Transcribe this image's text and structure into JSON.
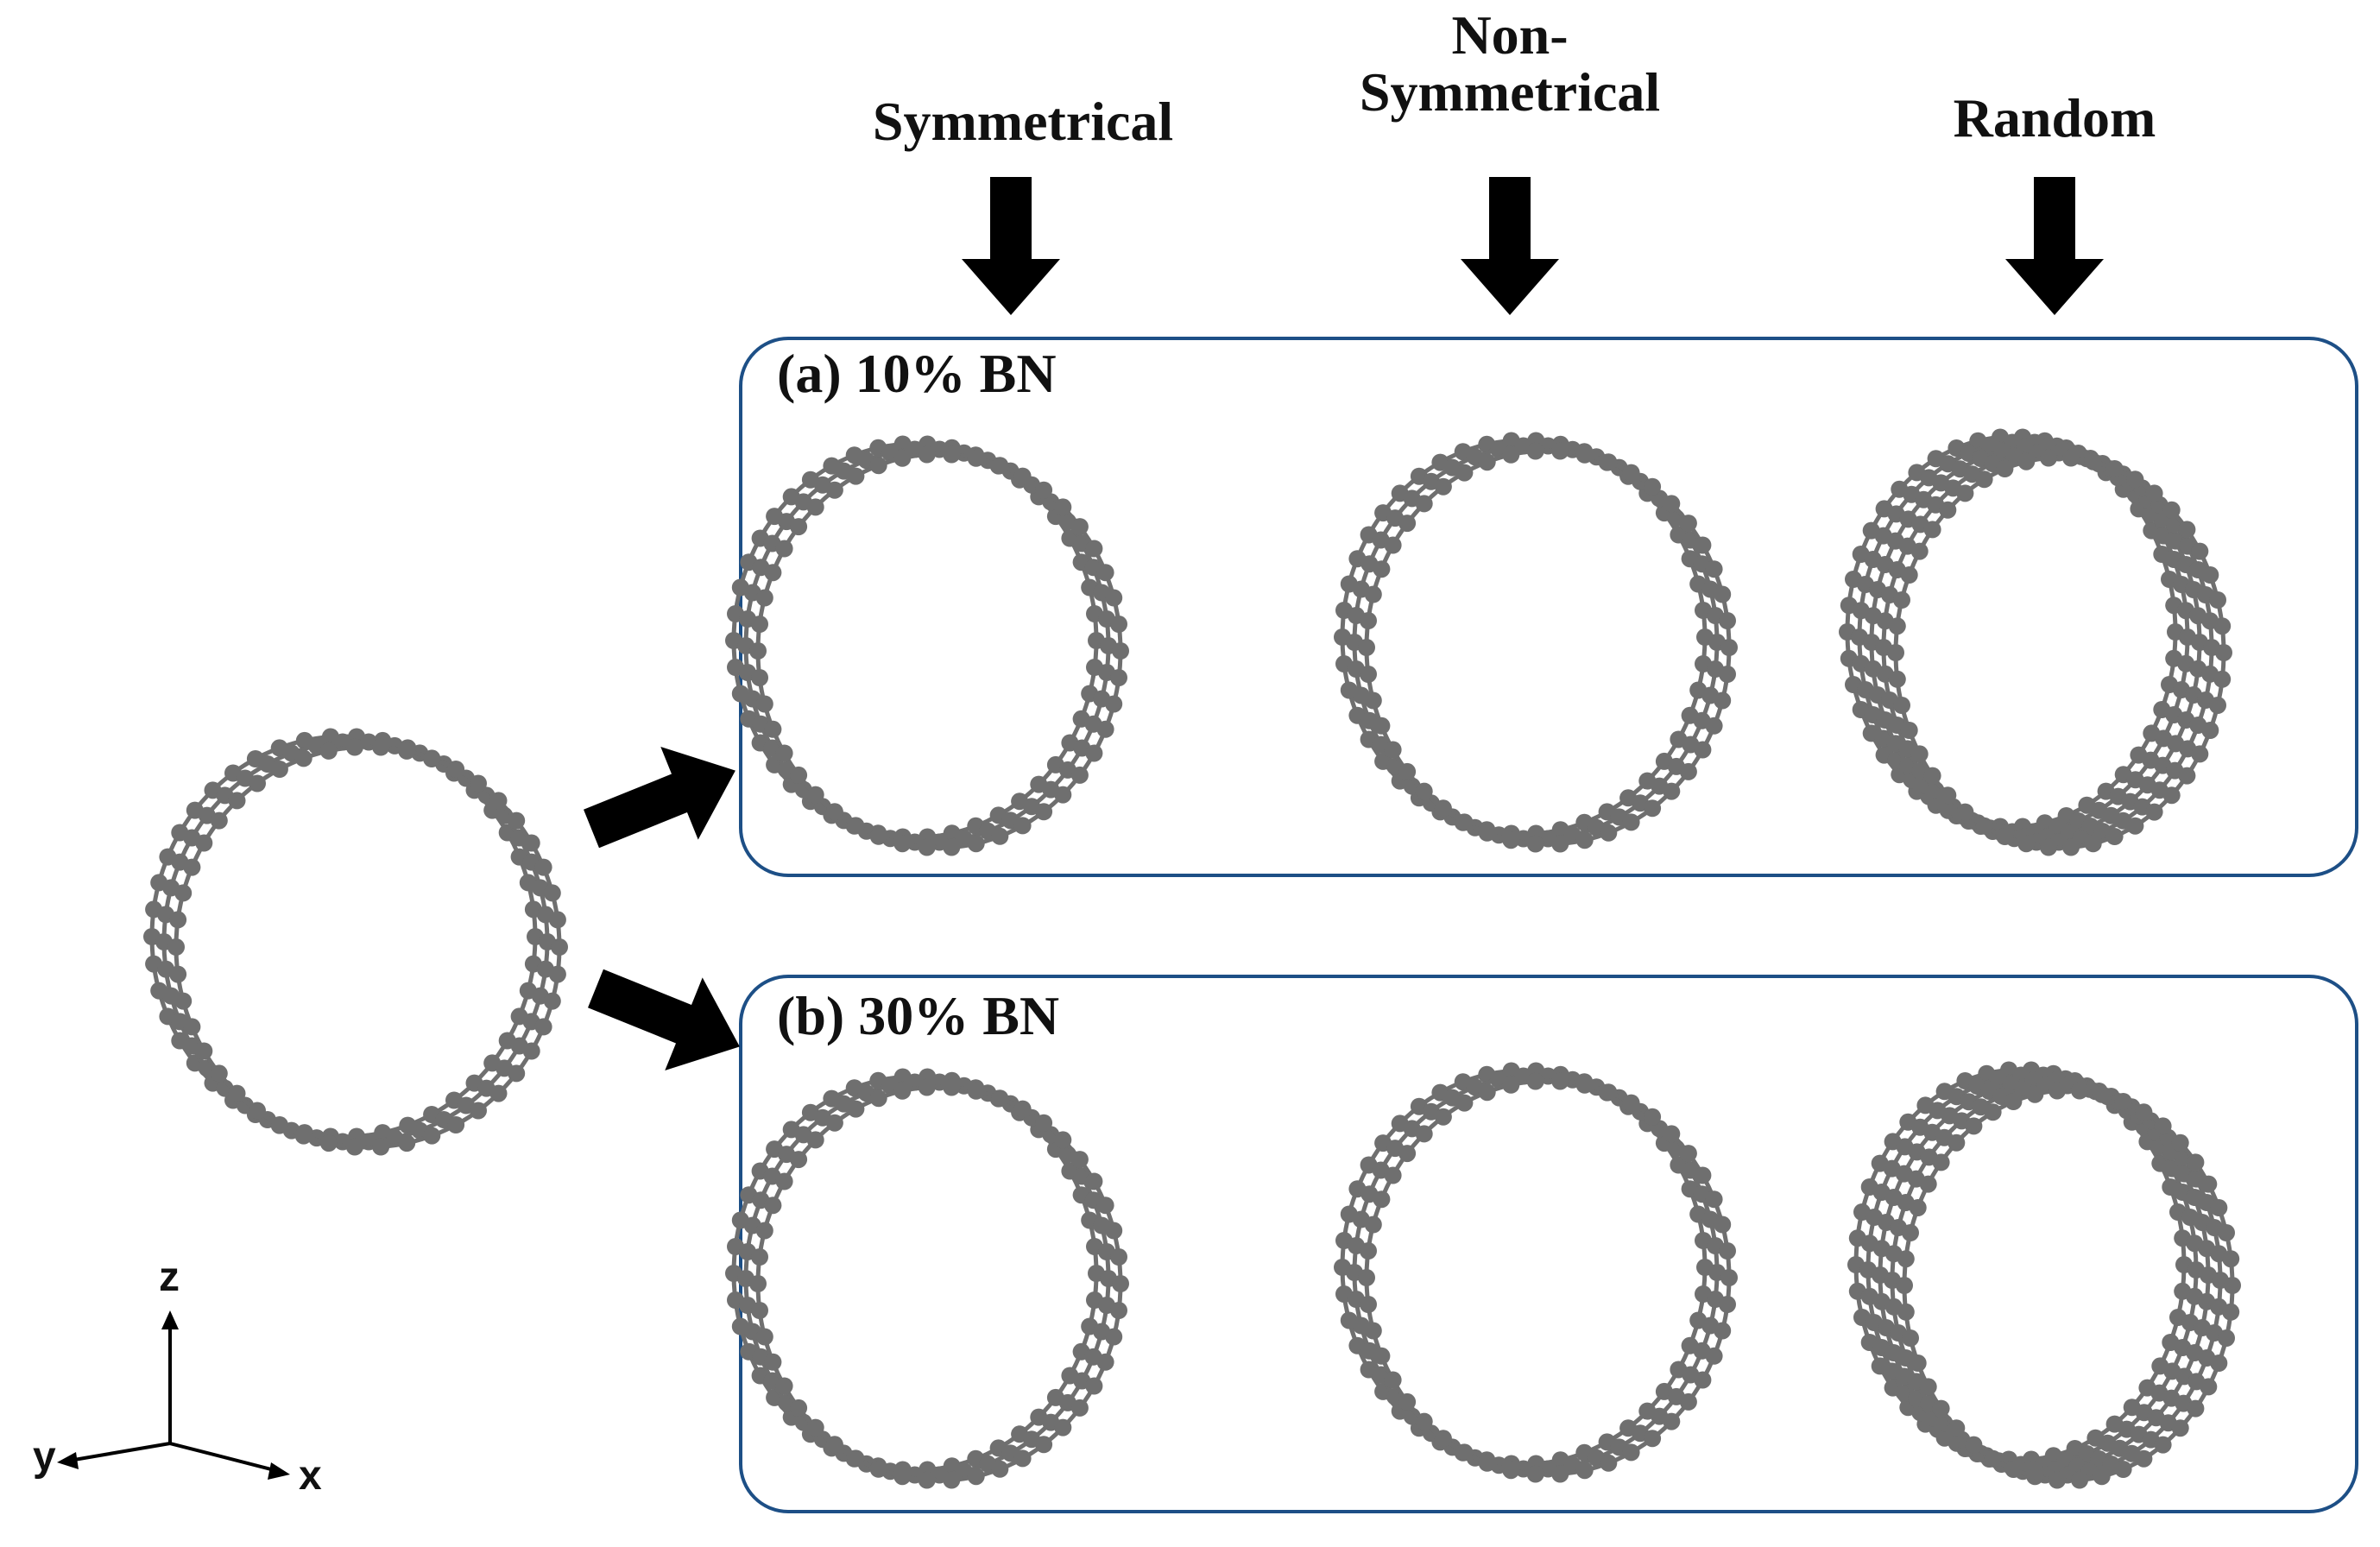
{
  "headers": {
    "symmetrical": "Symmetrical",
    "non_symmetrical_1": "Non-",
    "non_symmetrical_2": "Symmetrical",
    "random": "Random"
  },
  "panels": [
    {
      "label": "(a) 10% BN"
    },
    {
      "label": "(b) 30% BN"
    }
  ],
  "axes": {
    "z": "z",
    "y": "y",
    "x": "x"
  },
  "colors": {
    "carbon": "#6f6f6f",
    "boron": "#f2a9aa",
    "nitrogen": "#1f3fd6",
    "panel_border": "#1d4f86",
    "arrow": "#000000"
  }
}
